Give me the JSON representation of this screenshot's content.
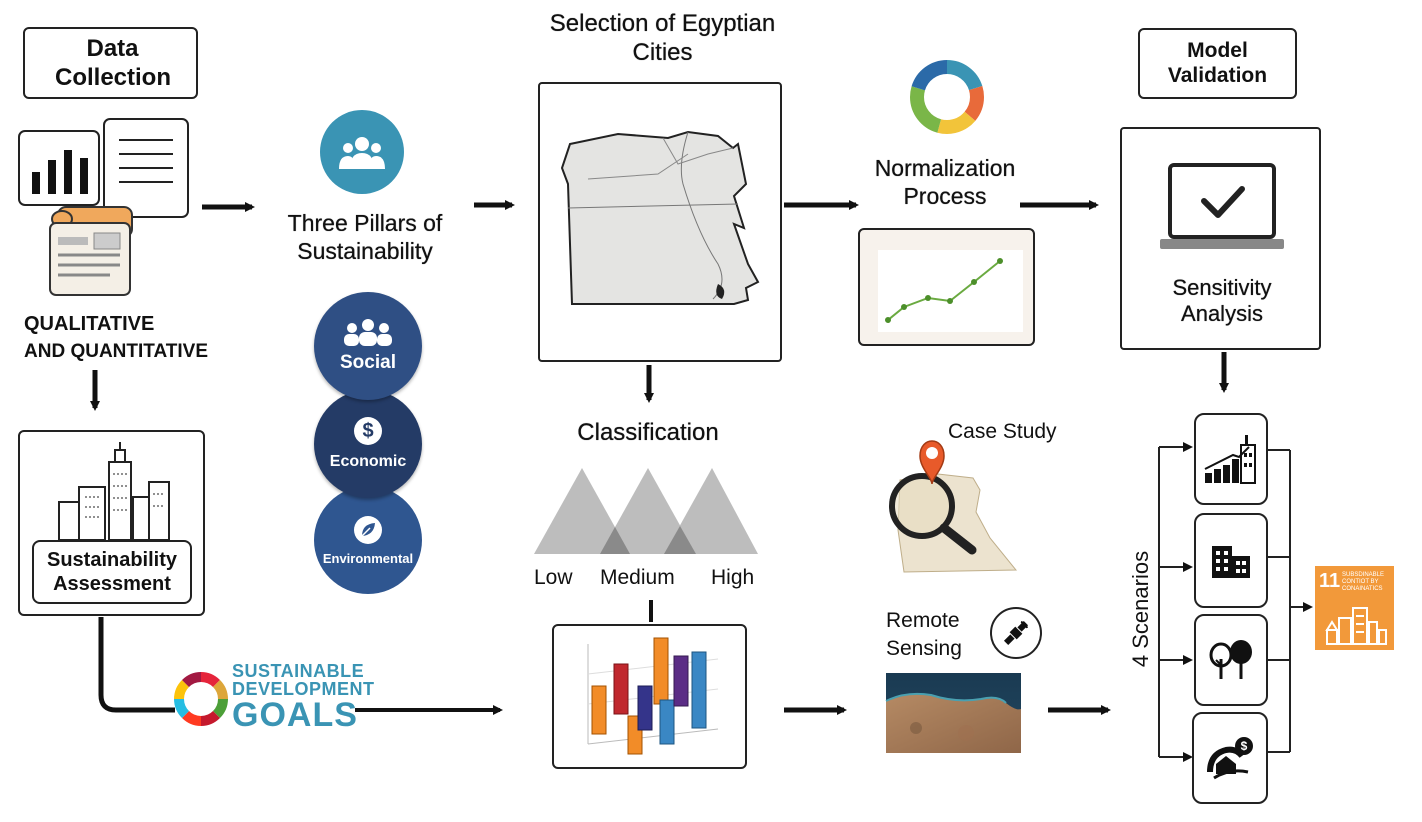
{
  "data_collection": {
    "title": "Data Collection",
    "label_line1": "QUALITATIVE",
    "label_line2": "AND QUANTITATIVE"
  },
  "sustainability_assessment": {
    "label": "Sustainability Assessment"
  },
  "pillars": {
    "title": "Three Pillars of Sustainability",
    "items": [
      {
        "label": "Social",
        "icon": "people-icon",
        "color": "#2f4f84"
      },
      {
        "label": "Economic",
        "icon": "dollar-icon",
        "color": "#243b66"
      },
      {
        "label": "Environmental",
        "icon": "leaf-icon",
        "color": "#2f5690"
      }
    ]
  },
  "sdg": {
    "line1": "SUSTAINABLE",
    "line2": "DEVELOPMENT",
    "line3": "GOALS"
  },
  "selection": {
    "title": "Selection of Egyptian Cities"
  },
  "classification": {
    "title": "Classification",
    "levels": [
      "Low",
      "Medium",
      "High"
    ]
  },
  "normalization": {
    "title": "Normalization Process"
  },
  "case_study": {
    "label": "Case Study"
  },
  "remote_sensing": {
    "title": "Remote Sensing"
  },
  "model_validation": {
    "title": "Model Validation"
  },
  "sensitivity": {
    "title": "Sensitivity Analysis"
  },
  "scenarios": {
    "label": "4 Scenarios"
  },
  "sdg11": {
    "number": "11",
    "text": "SUBSDINABLE CONTIOT BY CONAINATICS",
    "color": "#f2993a"
  },
  "colors": {
    "accent_teal": "#3a94b4",
    "arrow": "#111111"
  }
}
